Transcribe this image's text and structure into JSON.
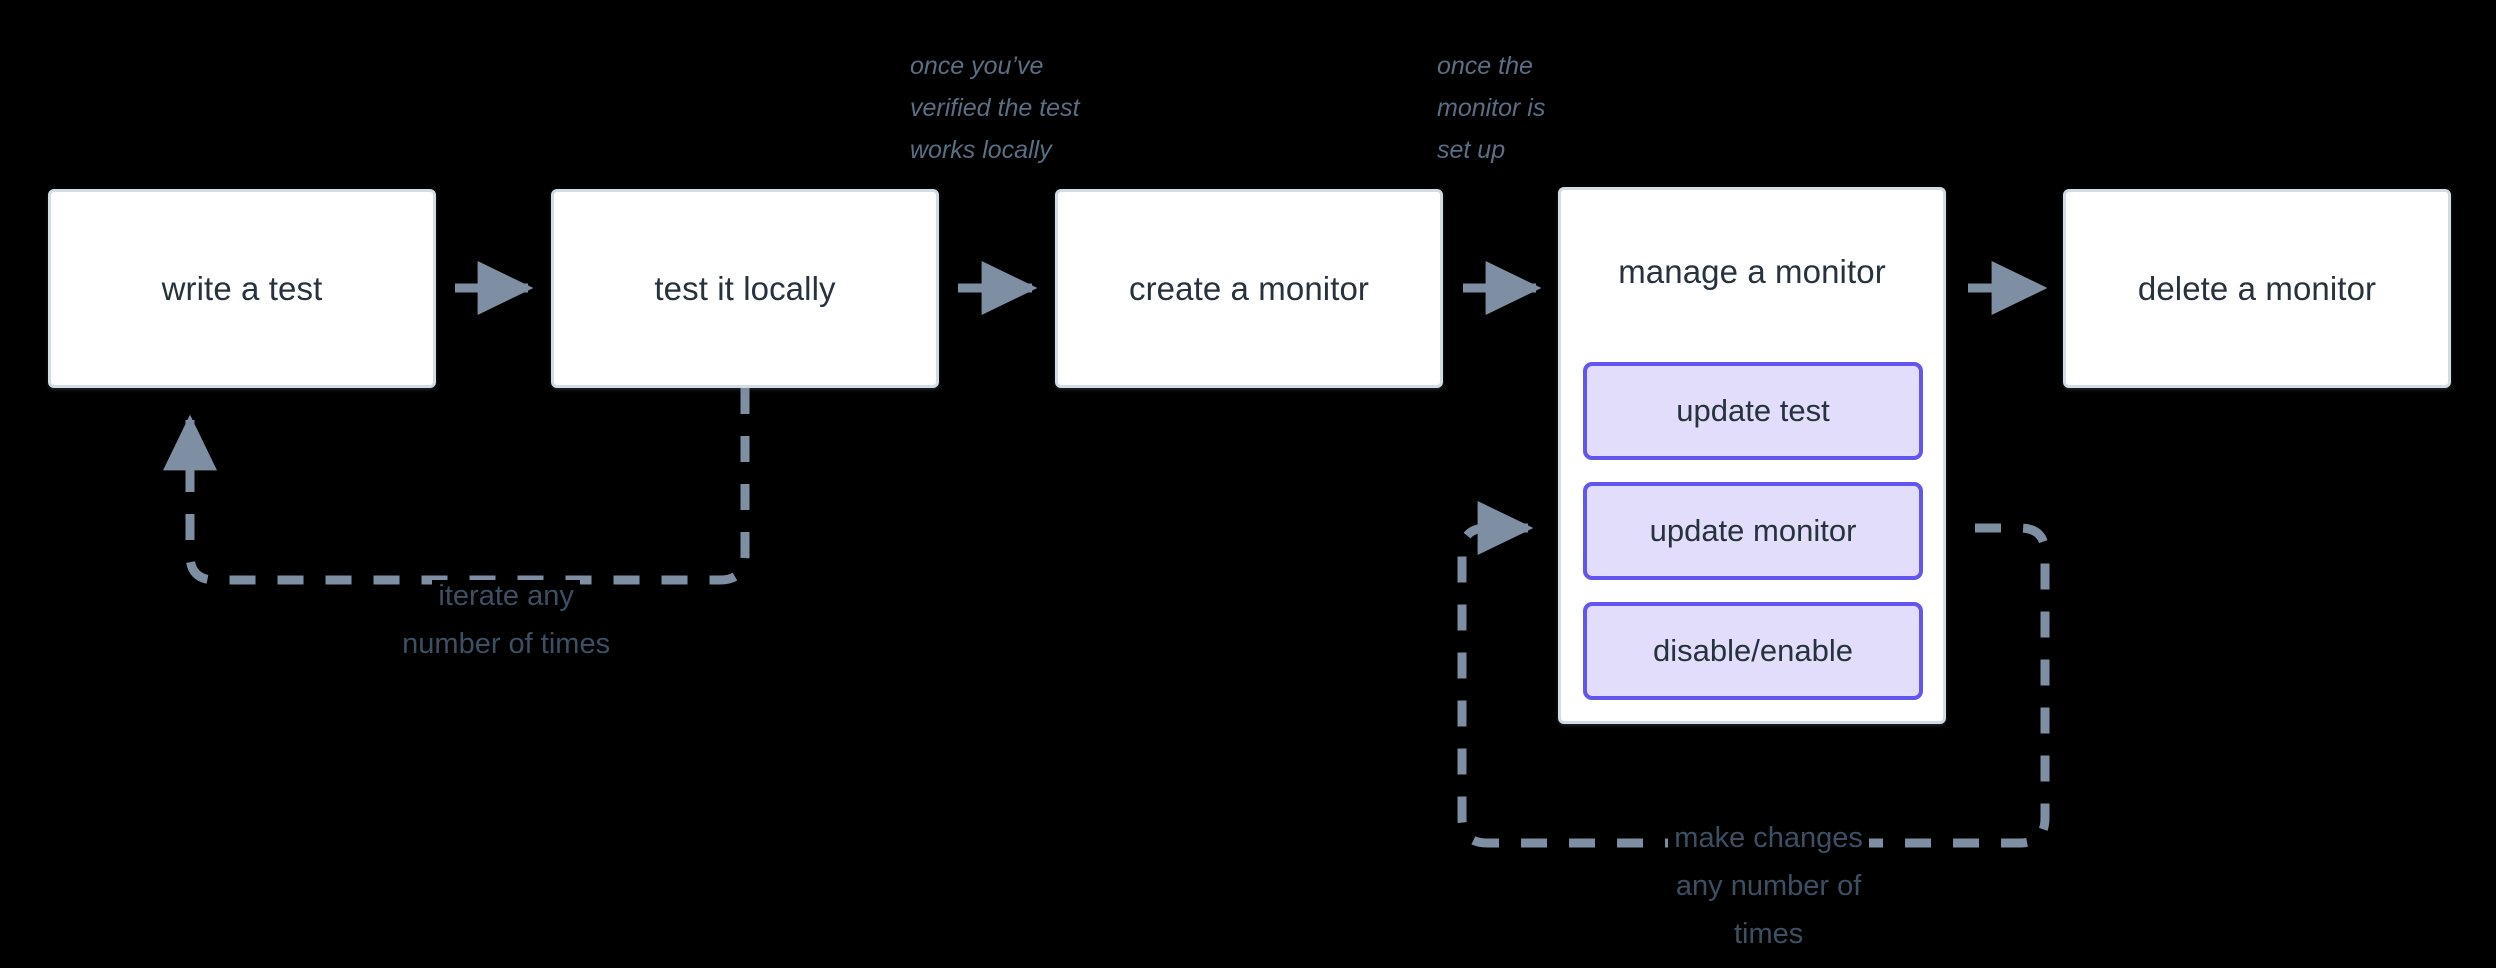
{
  "diagram": {
    "title": "monitor lifecycle flow",
    "background_color": "#000000",
    "node_fill": "#ffffff",
    "node_border": "#d2dce5",
    "node_text_color": "#26323d",
    "subnode_fill": "#e1ddfa",
    "subnode_border": "#6355ef",
    "edge_color": "#7e8fa3",
    "note_color": "#5a6e84",
    "loop_note_color": "#3c4f63"
  },
  "nodes": [
    {
      "id": "write-a-test",
      "label": "write a test"
    },
    {
      "id": "test-it-locally",
      "label": "test it locally"
    },
    {
      "id": "create-a-monitor",
      "label": "create a monitor"
    },
    {
      "id": "manage-a-monitor",
      "label": "manage a monitor"
    },
    {
      "id": "delete-a-monitor",
      "label": "delete a monitor"
    }
  ],
  "subnodes": [
    {
      "id": "update-test",
      "label": "update test"
    },
    {
      "id": "update-monitor",
      "label": "update monitor"
    },
    {
      "id": "disable-enable",
      "label": "disable/enable"
    }
  ],
  "notes": {
    "verified_note": "once you’ve\nverified the test\nworks locally",
    "setup_note": "once the\nmonitor is\nset up",
    "iterate_line1": "iterate any",
    "iterate_line2": "number of times",
    "changes_line1": "make changes",
    "changes_line2": "any number of",
    "changes_line3": "times"
  },
  "edges": [
    {
      "id": "write-to-test",
      "from": "write a test",
      "to": "test it locally",
      "style": "solid"
    },
    {
      "id": "test-to-create",
      "from": "test it locally",
      "to": "create a monitor",
      "style": "solid"
    },
    {
      "id": "create-to-manage",
      "from": "create a monitor",
      "to": "manage a monitor",
      "style": "solid"
    },
    {
      "id": "manage-to-delete",
      "from": "manage a monitor",
      "to": "delete a monitor",
      "style": "dashed"
    },
    {
      "id": "iterate-loop",
      "from": "test it locally",
      "to": "write a test",
      "style": "dashed",
      "label": "iterate any number of times"
    },
    {
      "id": "changes-loop",
      "from": "update monitor",
      "to": "update monitor",
      "style": "dashed",
      "label": "make changes any number of times"
    }
  ]
}
